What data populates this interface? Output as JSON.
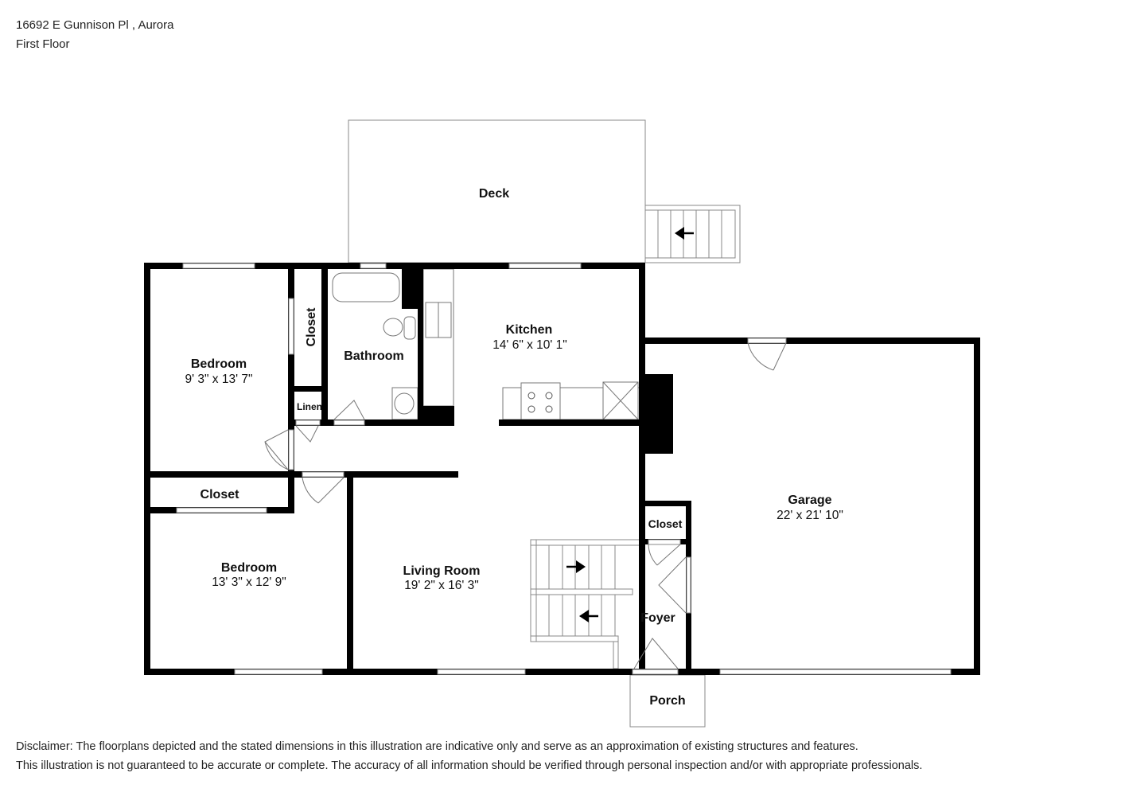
{
  "header": {
    "address": "16692 E Gunnison Pl , Aurora",
    "floor": "First Floor"
  },
  "rooms": {
    "deck": {
      "name": "Deck"
    },
    "bedroom1": {
      "name": "Bedroom",
      "dims": "9' 3\" x 13' 7\""
    },
    "closet1": {
      "name": "Closet"
    },
    "linen": {
      "name": "Linen"
    },
    "bathroom": {
      "name": "Bathroom"
    },
    "kitchen": {
      "name": "Kitchen",
      "dims": "14' 6\" x 10' 1\""
    },
    "closet2": {
      "name": "Closet"
    },
    "bedroom2": {
      "name": "Bedroom",
      "dims": "13' 3\" x 12' 9\""
    },
    "living": {
      "name": "Living Room",
      "dims": "19' 2\" x 16' 3\""
    },
    "garage": {
      "name": "Garage",
      "dims": "22' x 21' 10\""
    },
    "closet3": {
      "name": "Closet"
    },
    "foyer": {
      "name": "Foyer"
    },
    "porch": {
      "name": "Porch"
    }
  },
  "disclaimer": [
    "Disclaimer: The floorplans depicted and the stated dimensions in this illustration are indicative only and serve as an approximation of existing structures and features.",
    "This illustration is not guaranteed to be accurate or complete. The accuracy of all information should be verified through personal inspection and/or with appropriate professionals."
  ]
}
